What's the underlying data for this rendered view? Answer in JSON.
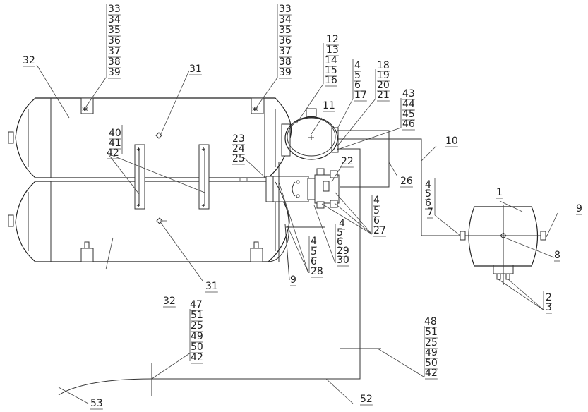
{
  "diagram": {
    "type": "patent line drawing",
    "subject": "dual air reservoir with valve assembly and auxiliary tank",
    "stroke_color": "#333333",
    "background": "#ffffff"
  },
  "callouts": {
    "tank_upper_left_stack": [
      "33",
      "34",
      "35",
      "36",
      "37",
      "38",
      "39"
    ],
    "tank_upper_right_stack": [
      "33",
      "34",
      "35",
      "36",
      "37",
      "38",
      "39"
    ],
    "valve_top_stack": [
      "12",
      "13",
      "14",
      "15",
      "16"
    ],
    "valve_mid_stack": [
      "4",
      "5",
      "6",
      "17"
    ],
    "valve_right_stack": [
      "18",
      "19",
      "20",
      "21"
    ],
    "pipe_stack": [
      "43",
      "44",
      "45",
      "46"
    ],
    "bracket_stack": [
      "40",
      "41",
      "42"
    ],
    "fitting_stack": [
      "23",
      "24",
      "25"
    ],
    "label_32_top": "32",
    "label_32_bottom": "32",
    "label_31_top": "31",
    "label_31_bottom": "31",
    "label_11": "11",
    "label_22": "22",
    "label_26": "26",
    "label_10": "10",
    "label_1": "1",
    "label_9_right": "9",
    "label_9_lower": "9",
    "label_8": "8",
    "aux_left_stack": [
      "4",
      "5",
      "6",
      "7"
    ],
    "aux_bottom_stack": [
      "2",
      "3"
    ],
    "relay_stack": [
      "4",
      "5",
      "6",
      "27"
    ],
    "valve_low_stack": [
      "4",
      "5",
      "6",
      "29",
      "30"
    ],
    "hose_stack": [
      "4",
      "5",
      "6",
      "28"
    ],
    "line_left_stack": [
      "47",
      "51",
      "25",
      "49",
      "50",
      "42"
    ],
    "line_right_stack": [
      "48",
      "51",
      "25",
      "49",
      "50",
      "42"
    ],
    "label_52": "52",
    "label_53": "53"
  }
}
